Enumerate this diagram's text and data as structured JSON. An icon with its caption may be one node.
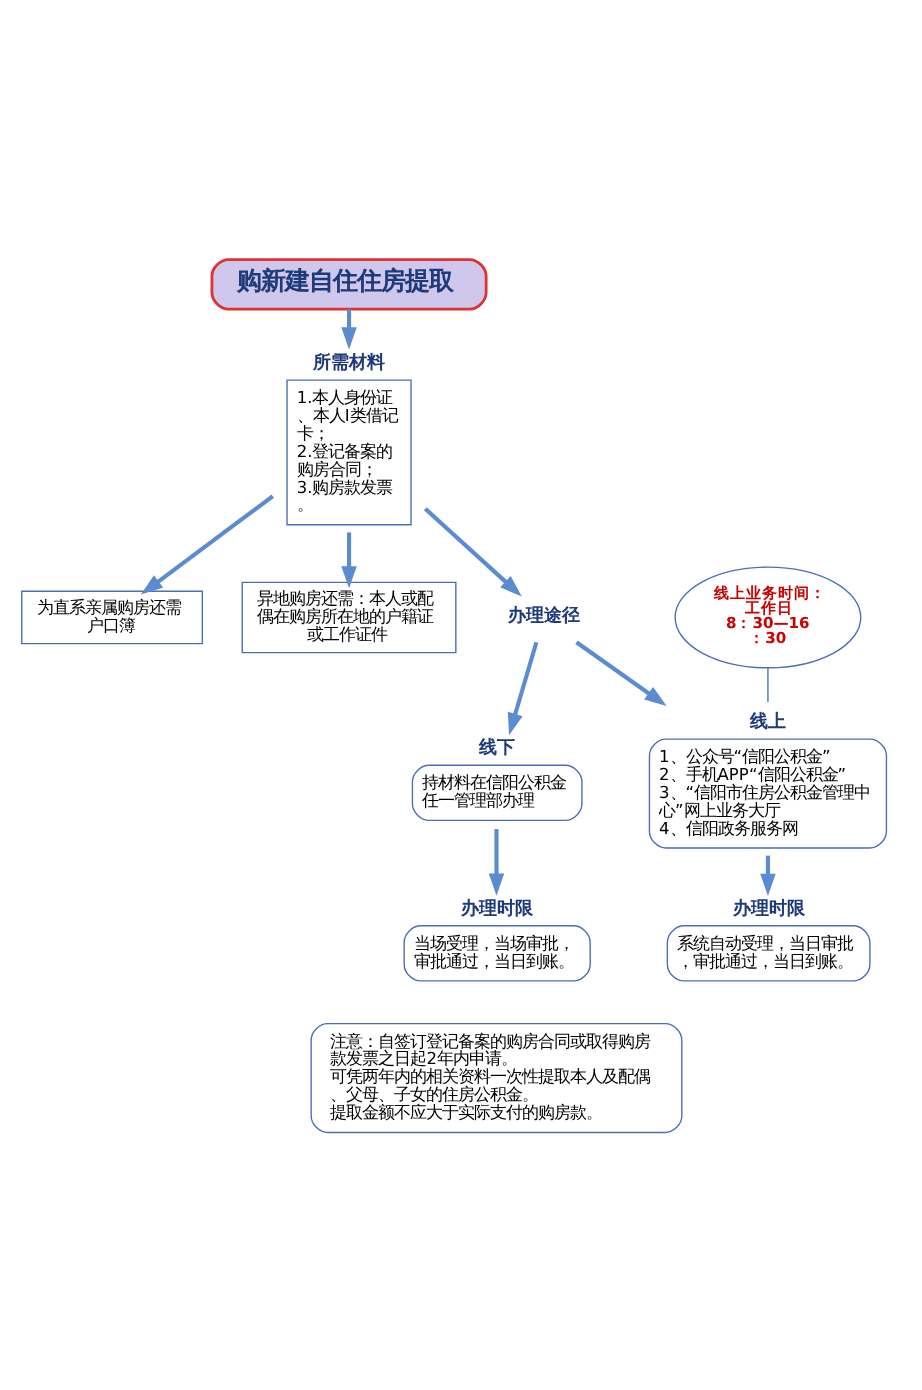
{
  "diagram": {
    "nodes": [
      {
        "text": [
          "购新建自住住房提取"
        ]
      },
      {
        "text": [
          "所需材料",
          "1.本人身份证、本人I类借记卡；",
          "2.登记备案的购房合同；",
          "3.购房款发票。"
        ]
      },
      {
        "text": [
          "为直系亲属购房还需户口簿"
        ]
      },
      {
        "text": [
          "异地购房还需：本人或配偶在购房所在地的户籍证或工作证件"
        ]
      },
      {
        "text": [
          "办理途径"
        ]
      },
      {
        "text": [
          "线下",
          "持材料在信阳公积金任一管理部办理"
        ]
      },
      {
        "text": [
          "线上",
          "1、公众号“信阳公积金”",
          "2、手机APP“信阳公积金”",
          "3、“信阳市住房公积金管理中心”网上业务大厅",
          "4、信阳政务服务网"
        ]
      },
      {
        "text": [
          "办理时限",
          "当场受理，当场审批，审批通过，当日到账。"
        ]
      },
      {
        "text": [
          "办理时限",
          "系统自动受理，当日审批，审批通过，当日到账。"
        ]
      },
      {
        "text": [
          "线上业务时间：工作日",
          "8：30—16：30"
        ]
      },
      {
        "text": [
          "注意：自签订登记备案的购房合同或取得购房款发票之日起2年内申请。",
          "可凭两年内的相关资料一次性提取本人及配偶、父母、子女的住房公积金。",
          "提取金额不应大于实际支付的购房款。"
        ]
      }
    ],
    "edges": [
      {
        "from": 0,
        "to": 1,
        "arrow": "to"
      },
      {
        "from": 1,
        "to": 2,
        "arrow": "to"
      },
      {
        "from": 1,
        "to": 3,
        "arrow": "to"
      },
      {
        "from": 1,
        "to": 4,
        "arrow": "to"
      },
      {
        "from": 4,
        "to": 5,
        "arrow": "to"
      },
      {
        "from": 4,
        "to": 6,
        "arrow": "to"
      },
      {
        "from": 5,
        "to": 7,
        "arrow": "to"
      },
      {
        "from": 6,
        "to": 8,
        "arrow": "to"
      },
      {
        "from": 9,
        "to": 6,
        "arrow": "none"
      }
    ]
  }
}
